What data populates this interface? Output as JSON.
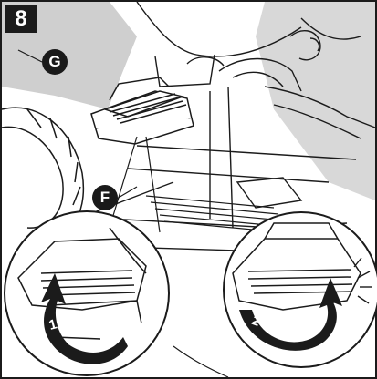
{
  "figure": {
    "step_number": "8",
    "callouts": {
      "g": "G",
      "f": "F"
    },
    "arrow_steps": {
      "first": "1",
      "second": "2"
    },
    "colors": {
      "ink": "#1b1b1b",
      "shade": "#cfcfcf",
      "paper": "#ffffff"
    },
    "icons": [
      "rotate-arrow-icon",
      "snap-click-icon"
    ]
  }
}
